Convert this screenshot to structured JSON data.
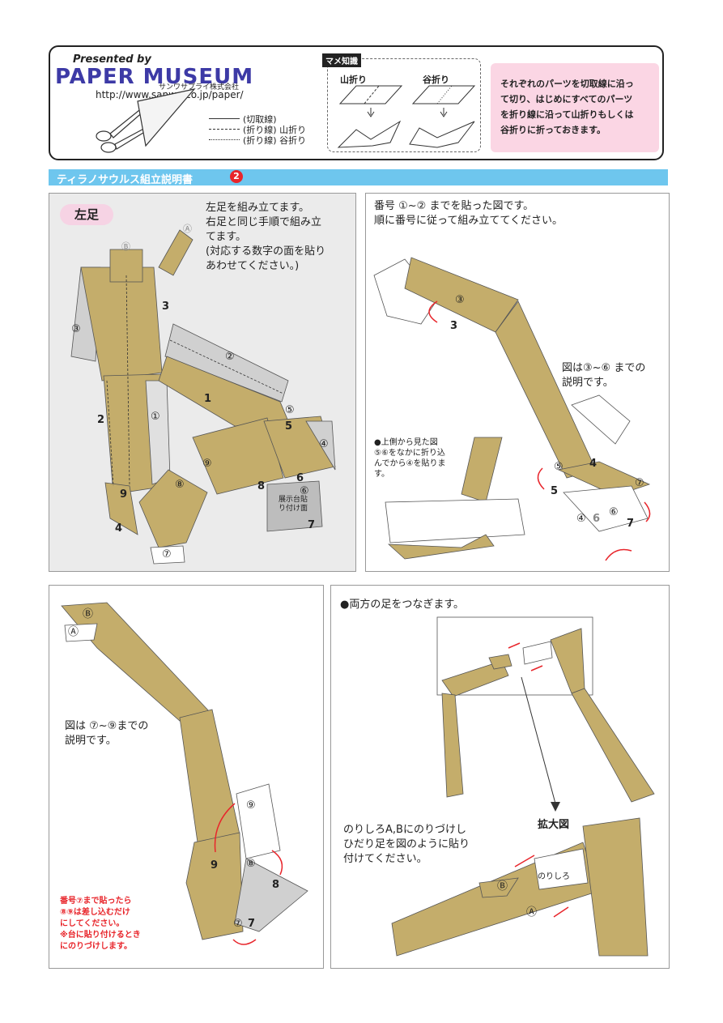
{
  "header": {
    "presented_by": "Presented by",
    "logo": "PAPER MUSEUM",
    "company": "サンワサプライ株式会社",
    "url": "http://www.sanwa.co.jp/paper/",
    "legend": [
      {
        "text": "(切取線)",
        "style": "solid"
      },
      {
        "text": "(折り線) 山折り",
        "style": "dashed"
      },
      {
        "text": "(折り線) 谷折り",
        "style": "dashdot"
      }
    ],
    "mame_title": "マメ知識",
    "mountain_fold": "山折り",
    "valley_fold": "谷折り",
    "tip": "それぞれのパーツを切取線に沿って切り、はじめにすべてのパーツを折り線に沿って山折りもしくは谷折りに折っておきます。",
    "tip_lines": [
      "それぞれのパーツを切取線に沿っ",
      "て切り、はじめにすべてのパーツ",
      "を折り線に沿って山折りもしくは",
      "谷折りに折っておきます。"
    ]
  },
  "title": {
    "text": "ティラノサウルス組立説明書",
    "number": "2"
  },
  "panel1": {
    "label": "左足",
    "instructions": [
      "左足を組み立てます。",
      "右足と同じ手順で組み立",
      "てます。",
      "(対応する数字の面を貼り",
      "あわせてください。)"
    ],
    "parts": {
      "A": "Ⓐ",
      "B": "Ⓑ",
      "n1": "①",
      "n2": "②",
      "n3": "③",
      "n4": "④",
      "n5": "⑤",
      "n6": "⑥",
      "n7": "⑦",
      "n8": "⑧",
      "n9": "⑨",
      "d1": "1",
      "d2": "2",
      "d3": "3",
      "d4": "4",
      "d5": "5",
      "d6": "6",
      "d7": "7",
      "d8": "8",
      "d9": "9"
    },
    "stand_label": "展示台貼り付け面"
  },
  "panel2": {
    "instructions": [
      "番号 ①~② までを貼った図です。",
      "順に番号に従って組み立ててください。"
    ],
    "caption": [
      "図は③~⑥ までの",
      "説明です。"
    ],
    "inset": [
      "●上側から見た図",
      "⑤⑥をなかに折り込",
      "んでから④を貼りま",
      "す。"
    ],
    "marks": {
      "n3": "③",
      "d3": "3",
      "n4": "④",
      "d4": "4",
      "n5": "⑤",
      "d5": "5",
      "n6": "⑥",
      "n7": "⑦",
      "d7": "7",
      "d6": "6"
    }
  },
  "panel3": {
    "caption": [
      "図は ⑦~⑨までの",
      "説明です。"
    ],
    "note": [
      "番号⑦まで貼ったら",
      "⑧⑨は差し込むだけ",
      "にしてください。",
      "※台に貼り付けるとき",
      "にのりづけします。"
    ],
    "marks": {
      "B": "Ⓑ",
      "A": "Ⓐ",
      "n9": "⑨",
      "d9": "9",
      "n8": "⑧",
      "d8": "8",
      "n7": "⑦",
      "d7": "7"
    }
  },
  "panel4": {
    "heading": "●両方の足をつなぎます。",
    "instructions": [
      "のりしろA,Bにのりづけし",
      "ひだり足を図のように貼り",
      "付けてください。"
    ],
    "zoom_label": "拡大図",
    "marks": {
      "A": "Ⓐ",
      "B": "Ⓑ",
      "glue": "のりしろ"
    }
  },
  "colors": {
    "leg": "#c4ad6b",
    "leg_dark": "#8a7640",
    "shadow": "#8f8f8f",
    "accent": "#e8252b",
    "title_bar": "#6ec6ee",
    "logo": "#3d3aa6",
    "tip_bg": "#fbd6e4"
  }
}
